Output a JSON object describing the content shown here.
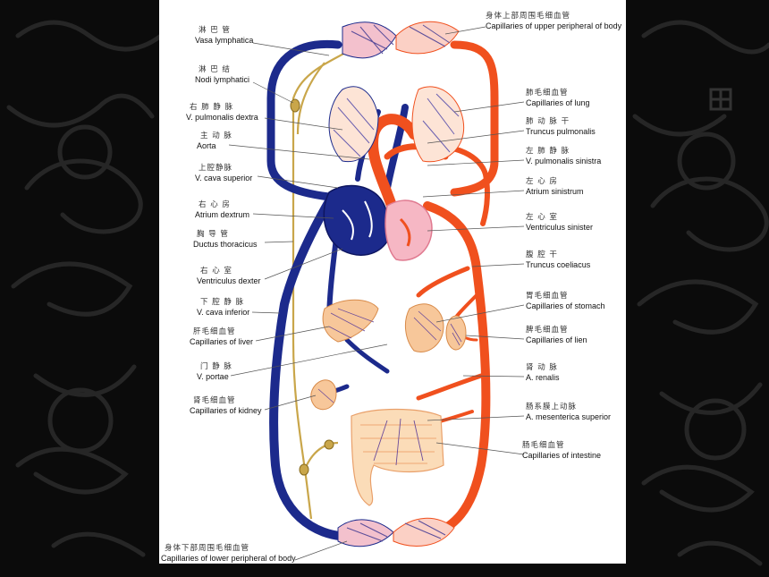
{
  "labels": {
    "left": [
      {
        "zh": "淋 巴 管",
        "en": "Vasa lymphatica"
      },
      {
        "zh": "淋 巴 结",
        "en": "Nodi lymphatici"
      },
      {
        "zh": "右 肺 静 脉",
        "en": "V. pulmonalis dextra"
      },
      {
        "zh": "主 动 脉",
        "en": "Aorta"
      },
      {
        "zh": "上腔静脉",
        "en": "V. cava superior"
      },
      {
        "zh": "右 心 房",
        "en": "Atrium dextrum"
      },
      {
        "zh": "胸 导 管",
        "en": "Ductus thoracicus"
      },
      {
        "zh": "右 心 室",
        "en": "Ventriculus dexter"
      },
      {
        "zh": "下 腔 静 脉",
        "en": "V. cava inferior"
      },
      {
        "zh": "肝毛细血管",
        "en": "Capillaries of liver"
      },
      {
        "zh": "门 静 脉",
        "en": "V. portae"
      },
      {
        "zh": "肾毛细血管",
        "en": "Capillaries of kidney"
      },
      {
        "zh": "身体下部周围毛细血管",
        "en": "Capillaries of lower peripheral of body"
      }
    ],
    "right": [
      {
        "zh": "身体上部周围毛细血管",
        "en": "Capillaries of upper peripheral of body"
      },
      {
        "zh": "肺毛细血管",
        "en": "Capillaries of lung"
      },
      {
        "zh": "肺 动 脉 干",
        "en": "Truncus pulmonalis"
      },
      {
        "zh": "左 肺 静 脉",
        "en": "V. pulmonalis sinistra"
      },
      {
        "zh": "左 心 房",
        "en": "Atrium sinistrum"
      },
      {
        "zh": "左 心 室",
        "en": "Ventriculus sinister"
      },
      {
        "zh": "腹 腔 干",
        "en": "Truncus coeliacus"
      },
      {
        "zh": "胃毛细血管",
        "en": "Capillaries of stomach"
      },
      {
        "zh": "脾毛细血管",
        "en": "Capillaries of lien"
      },
      {
        "zh": "肾 动 脉",
        "en": "A. renalis"
      },
      {
        "zh": "肠系膜上动脉",
        "en": "A. mesenterica superior"
      },
      {
        "zh": "肠毛细血管",
        "en": "Capillaries of intestine"
      }
    ]
  },
  "colors": {
    "artery": "#f0501e",
    "vein": "#1c2a8c",
    "lymph": "#c9a64a",
    "heart_left": "#f6b7c4",
    "organ": "#f7c79a",
    "leader": "#555555",
    "background": "#0b0b0b",
    "ornament": "#2a2a2a"
  }
}
